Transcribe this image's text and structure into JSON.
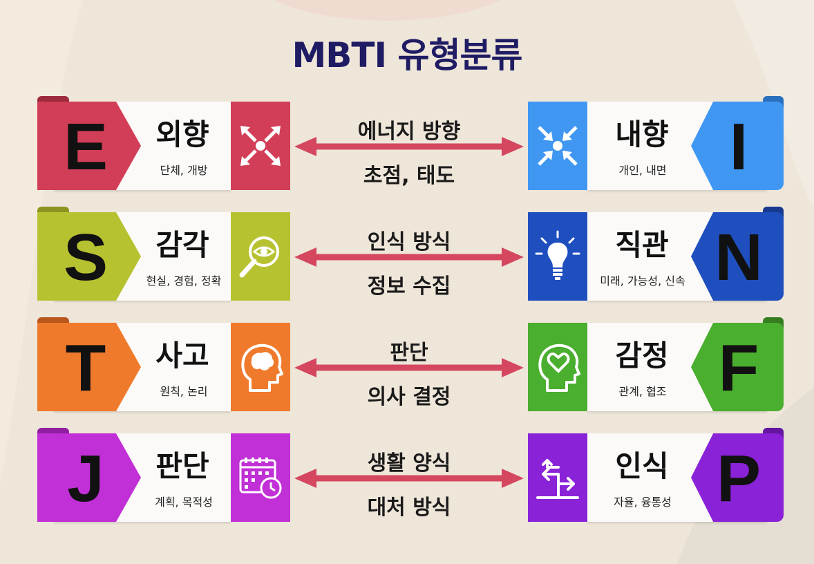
{
  "title": "MBTI 유형분류",
  "rows": [
    {
      "left": {
        "letter": "E",
        "name": "외향",
        "sub": "단체, 개방",
        "color": "#d23e57",
        "icon": "expand-arrows-icon"
      },
      "middle": {
        "top": "에너지 방향",
        "bottom": "초점, 태도"
      },
      "right": {
        "letter": "I",
        "name": "내향",
        "sub": "개인, 내면",
        "color": "#3f97f2",
        "icon": "converge-arrows-icon"
      }
    },
    {
      "left": {
        "letter": "S",
        "name": "감각",
        "sub": "현실, 경험, 정확",
        "color": "#b7c230",
        "icon": "magnifier-eye-icon"
      },
      "middle": {
        "top": "인식 방식",
        "bottom": "정보 수집"
      },
      "right": {
        "letter": "N",
        "name": "직관",
        "sub": "미래, 가능성, 신속",
        "color": "#1f4fbe",
        "icon": "lightbulb-icon"
      }
    },
    {
      "left": {
        "letter": "T",
        "name": "사고",
        "sub": "원칙, 논리",
        "color": "#f07a2c",
        "icon": "head-brain-icon"
      },
      "middle": {
        "top": "판단",
        "bottom": "의사 결정"
      },
      "right": {
        "letter": "F",
        "name": "감정",
        "sub": "관계, 협조",
        "color": "#4aae2e",
        "icon": "head-heart-icon"
      }
    },
    {
      "left": {
        "letter": "J",
        "name": "판단",
        "sub": "계획, 목적성",
        "color": "#c12fd6",
        "icon": "calendar-clock-icon"
      },
      "middle": {
        "top": "생활 양식",
        "bottom": "대처 방식"
      },
      "right": {
        "letter": "P",
        "name": "인식",
        "sub": "자율, 융통성",
        "color": "#8a22d8",
        "icon": "direction-sign-icon"
      }
    }
  ],
  "colors": {
    "arrow": "#d4475f",
    "title": "#1f1c63"
  }
}
